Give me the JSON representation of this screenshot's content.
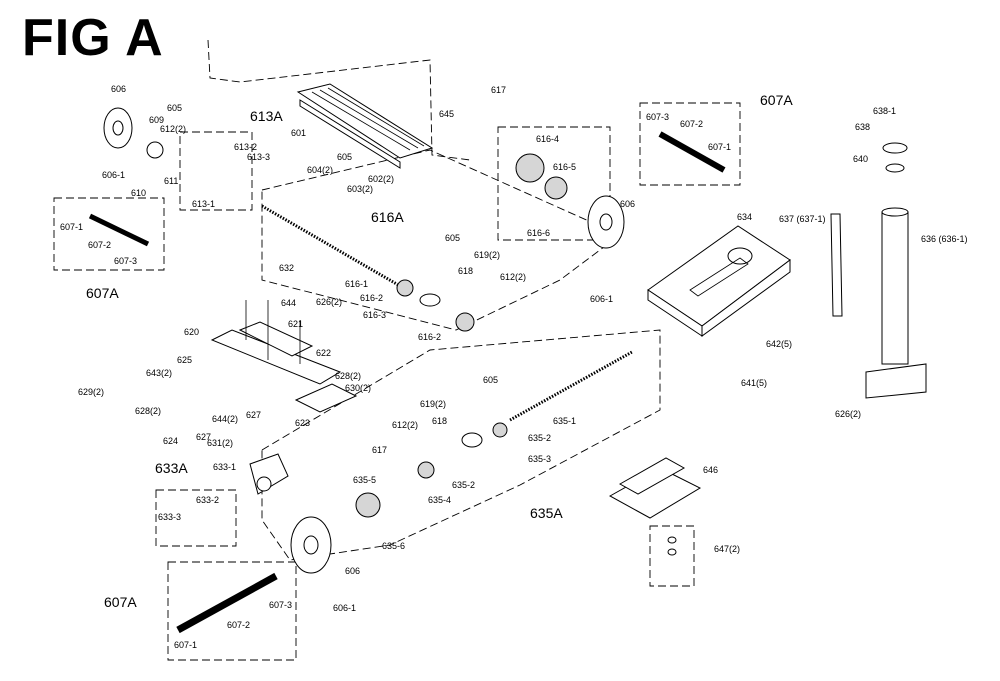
{
  "figure_title": "FIG A",
  "assembly_labels": [
    "613A",
    "607A",
    "616A",
    "607A",
    "633A",
    "635A",
    "607A"
  ],
  "part_labels": [
    "606",
    "605",
    "609",
    "612(2)",
    "606-1",
    "611",
    "610",
    "613-2",
    "613-3",
    "613-1",
    "607-1",
    "607-2",
    "607-3",
    "601",
    "605",
    "604(2)",
    "603(2)",
    "602(2)",
    "645",
    "617",
    "616-4",
    "616-5",
    "606",
    "616-6",
    "606-1",
    "607-3",
    "607-2",
    "607-1",
    "638-1",
    "638",
    "640",
    "637 (637-1)",
    "636 (636-1)",
    "634",
    "632",
    "644",
    "626(2)",
    "621",
    "620",
    "622",
    "625",
    "643(2)",
    "605",
    "619(2)",
    "618",
    "612(2)",
    "616-1",
    "616-2",
    "616-3",
    "616-2",
    "628(2)",
    "630(2)",
    "629(2)",
    "628(2)",
    "627",
    "623",
    "644(2)",
    "627",
    "631(2)",
    "624",
    "642(5)",
    "641(5)",
    "626(2)",
    "605",
    "619(2)",
    "618",
    "612(2)",
    "635-1",
    "635-2",
    "635-3",
    "617",
    "635-2",
    "635-4",
    "635-5",
    "633-1",
    "633-2",
    "633-3",
    "635-6",
    "606",
    "606-1",
    "607-3",
    "607-2",
    "607-1",
    "646",
    "647(2)"
  ]
}
